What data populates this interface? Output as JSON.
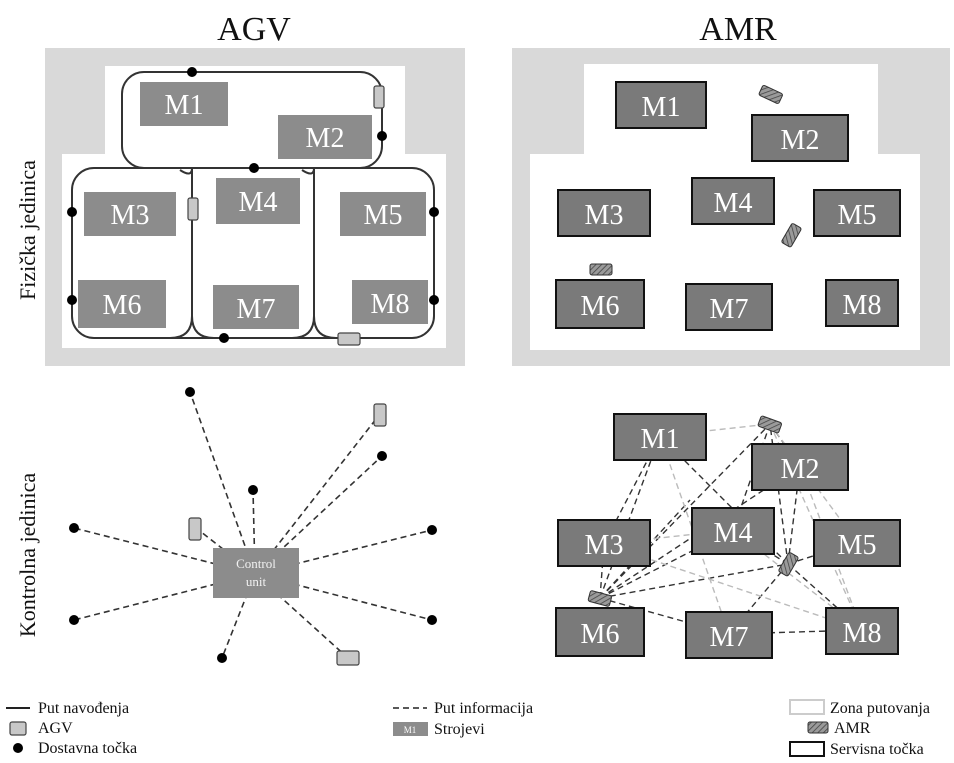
{
  "titles": {
    "left": "AGV",
    "right": "AMR"
  },
  "row_labels": {
    "top": "Fizička jedinica",
    "bottom": "Kontrolna jedinica"
  },
  "machines": [
    "M1",
    "M2",
    "M3",
    "M4",
    "M5",
    "M6",
    "M7",
    "M8"
  ],
  "control_unit": {
    "line1": "Control",
    "line2": "unit"
  },
  "legend": {
    "guide_path": "Put navođenja",
    "agv": "AGV",
    "delivery_point": "Dostavna točka",
    "info_path": "Put informacija",
    "machine_sample": "M1",
    "machines": "Strojevi",
    "travel_zone": "Zona putovanja",
    "amr": "AMR",
    "service_point": "Servisna točka"
  },
  "colors": {
    "machine_fill": "#8c8c8c",
    "machine_dark_fill": "#7a7a7a",
    "floor_gray": "#d9d9d9",
    "agv_fill": "#c8c8c8",
    "dot": "#000000"
  }
}
